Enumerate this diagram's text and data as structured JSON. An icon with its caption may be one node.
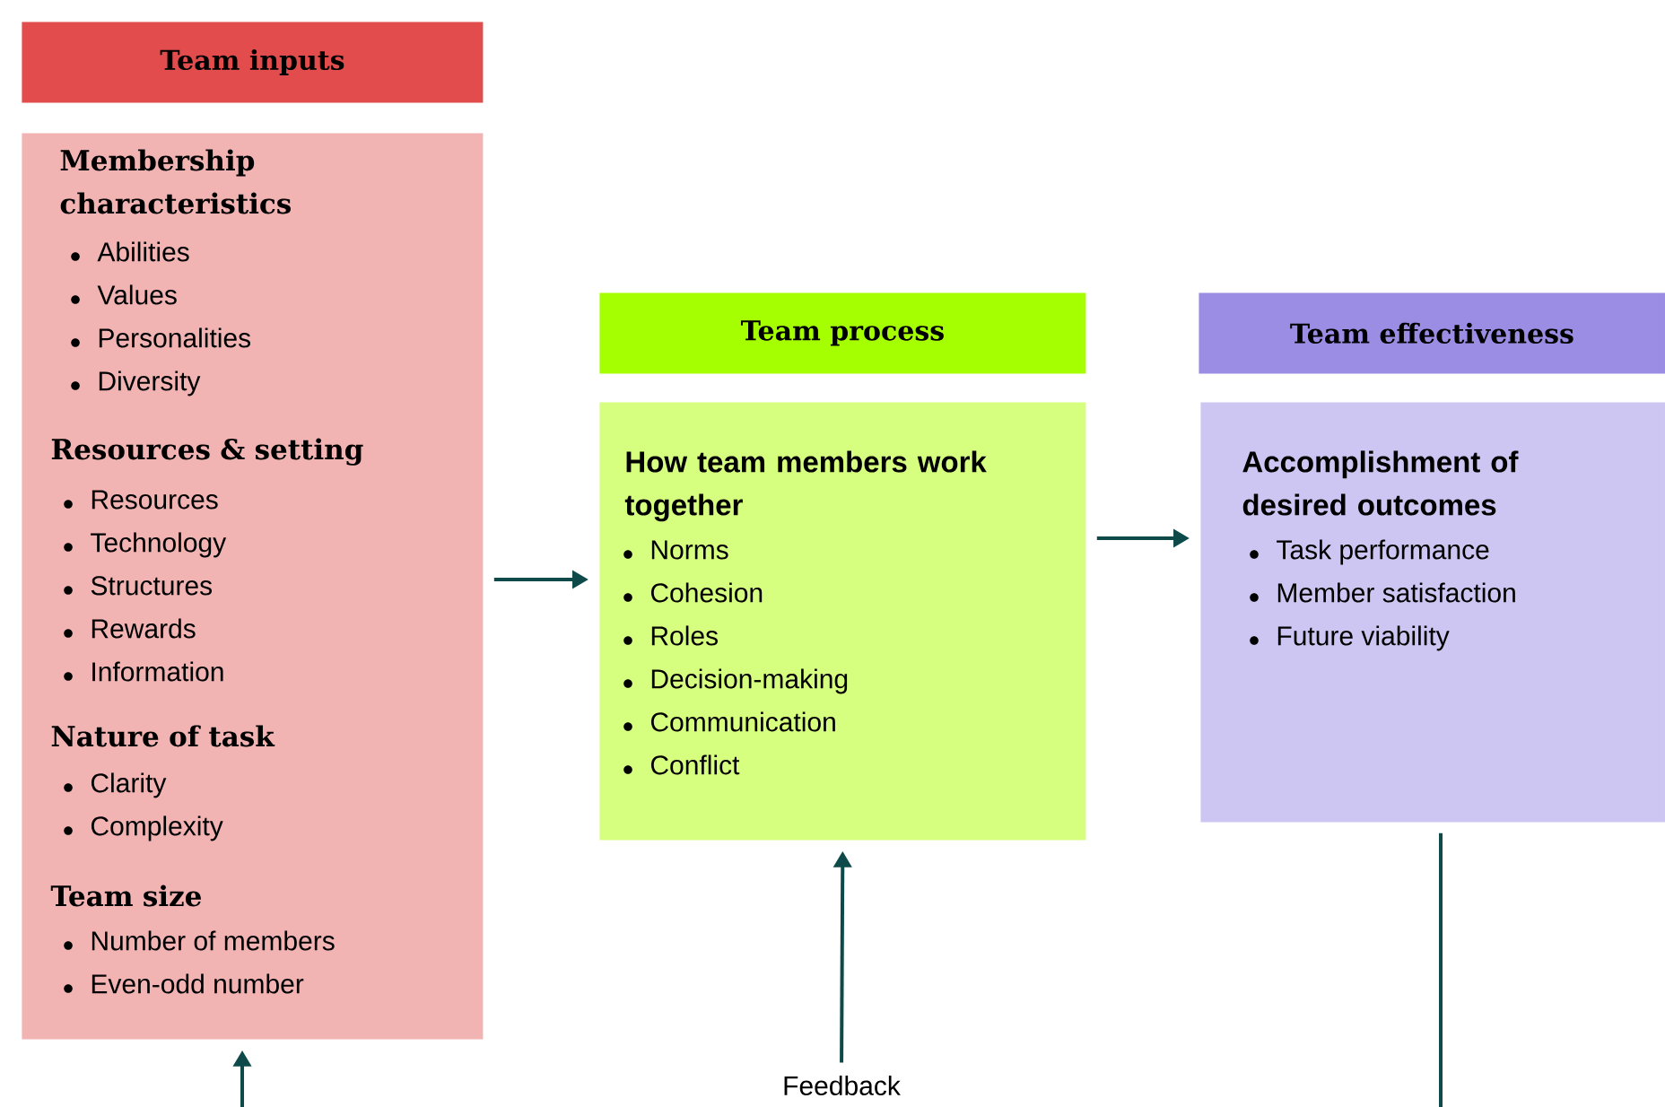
{
  "diagram": {
    "nodes": [
      {
        "text": [
          "Team inputs"
        ]
      },
      {
        "text": [
          "Membership characteristics",
          "Abilities",
          "Values",
          "Personalities",
          "Diversity",
          "Resources & setting",
          "Resources",
          "Technology",
          "Structures",
          "Rewards",
          "Information",
          "Nature of task",
          "Clarity",
          "Complexity",
          "Team size",
          "Number of members",
          "Even-odd number"
        ]
      },
      {
        "text": [
          "Team process"
        ]
      },
      {
        "text": [
          "How team members work together",
          "Norms",
          "Cohesion",
          "Roles",
          "Decision-making",
          "Communication",
          "Conflict"
        ]
      },
      {
        "text": [
          "Team effectiveness"
        ]
      },
      {
        "text": [
          "Accomplishment of desired outcomes",
          "Task performance",
          "Member satisfaction",
          "Future viability"
        ]
      },
      {
        "text": [
          "Feedback"
        ]
      }
    ],
    "edges": [
      {
        "from": 1,
        "to": 3,
        "arrow": "to"
      },
      {
        "from": 3,
        "to": 5,
        "arrow": "to"
      },
      {
        "from": 6,
        "to": 3,
        "arrow": "to"
      },
      {
        "from": null,
        "to": 1,
        "arrow": "to"
      },
      {
        "from": 5,
        "to": null,
        "arrow": "none"
      }
    ]
  }
}
